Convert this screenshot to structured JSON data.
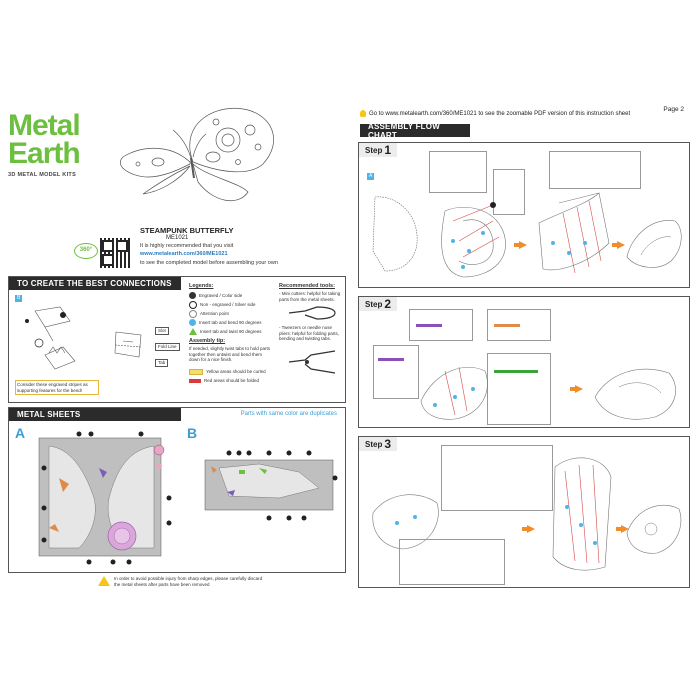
{
  "brand": {
    "word1": "Metal",
    "word2": "Earth",
    "tagline": "3D METAL MODEL KITS",
    "color": "#6cbf3f"
  },
  "product": {
    "name": "STEAMPUNK BUTTERFLY",
    "code": "ME1021"
  },
  "promo": {
    "badge": "360°",
    "line1": "It is highly recommended that you visit",
    "url": "www.metalearth.com/360/ME1021",
    "line2": "to see the completed model before assembling your own"
  },
  "connections": {
    "title": "TO CREATE THE BEST CONNECTIONS",
    "caption": "Consider these engraved stripes as supporting features for the bend!",
    "labels": [
      "Slot",
      "Fold Line",
      "Tab"
    ],
    "legends_title": "Legends:",
    "legends": [
      "Engraved / Color side",
      "Non - engraved / Silver side",
      "Attention point",
      "Insert tab and bend 90 degrees",
      "Insert tab and twist 90 degrees"
    ],
    "tip_title": "Assembly tip:",
    "tip": "If needed, slightly twist tabs to hold parts together then untwist and bend them down for a nice finish.",
    "yellow_note": "Yellow areas should be curled",
    "red_note": "Red areas should be folded",
    "tools_title": "Recommended tools:",
    "tool1": "- Mini cutters: helpful for taking parts from the metal sheets.",
    "tool2": "- Tweezers or needle nose pliers: helpful for folding parts, bending and twisting tabs."
  },
  "sheets": {
    "title": "METAL SHEETS",
    "note": "Parts with same color are duplicates",
    "sheet_a": "A",
    "sheet_b": "B",
    "warning": "In order to avoid possible injury from sharp edges, please carefully discard the metal sheets after parts have been removed"
  },
  "page2": {
    "page_label": "Page 2",
    "goto": "Go to www.metalearth.com/360/ME1021 to see the zoomable PDF version of this instruction sheet",
    "flow_title": "ASSEMBLY FLOW CHART",
    "step_word": "Step",
    "steps": [
      "1",
      "2",
      "3"
    ]
  },
  "colors": {
    "header": "#2b2b2b",
    "accent": "#4fb3e6",
    "arrow": "#f08c2a",
    "pink": "#e23a8e",
    "purple": "#8a4fb8",
    "green": "#3aa43a"
  }
}
